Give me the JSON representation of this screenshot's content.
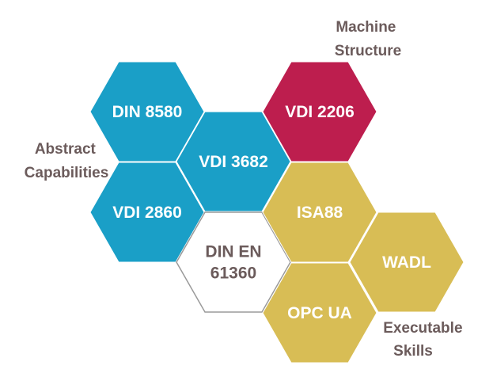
{
  "colors": {
    "blue": "#1a9fc7",
    "crimson": "#bd1e4e",
    "gold": "#d8bd55",
    "outline": "#9a9a9a",
    "white_text": "#ffffff",
    "dark_text": "#6b5b5b"
  },
  "groups": {
    "machine_structure": [
      "Machine",
      "Structure"
    ],
    "abstract_capabilities": [
      "Abstract",
      "Capabilities"
    ],
    "executable_skills": [
      "Executable",
      "Skills"
    ]
  },
  "hexagons": {
    "din8580": {
      "lines": [
        "DIN 8580"
      ],
      "style": "blue"
    },
    "vdi2860": {
      "lines": [
        "VDI 2860"
      ],
      "style": "blue"
    },
    "vdi3682": {
      "lines": [
        "VDI 3682"
      ],
      "style": "blue"
    },
    "vdi2206": {
      "lines": [
        "VDI 2206"
      ],
      "style": "crimson"
    },
    "dinen61360": {
      "lines": [
        "DIN EN",
        "61360"
      ],
      "style": "outline"
    },
    "isa88": {
      "lines": [
        "ISA88"
      ],
      "style": "gold"
    },
    "wadl": {
      "lines": [
        "WADL"
      ],
      "style": "gold"
    },
    "opcua": {
      "lines": [
        "OPC UA"
      ],
      "style": "gold"
    }
  }
}
